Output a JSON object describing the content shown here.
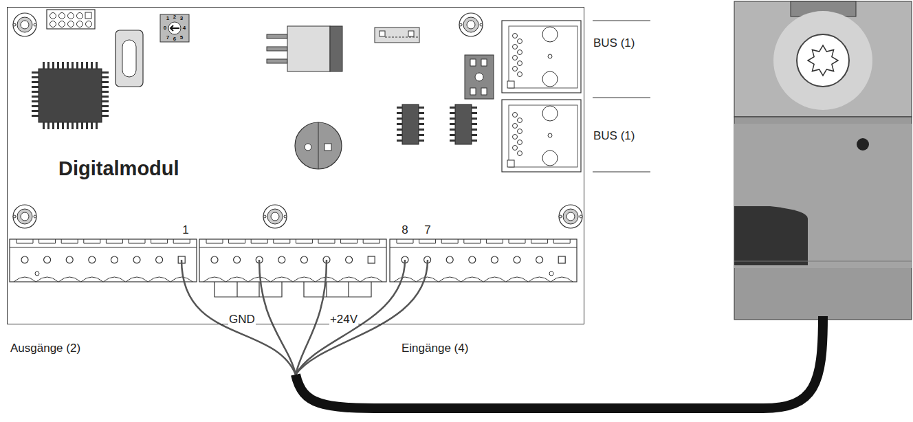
{
  "diagram": {
    "nodes": [
      {
        "text": [
          "Digitalmodul"
        ]
      }
    ],
    "labels": [
      "1",
      "8",
      "7",
      "GND",
      "+24V",
      "BUS (1)",
      "BUS (1)",
      "Ausgänge (2)",
      "Eingänge (4)",
      "1",
      "2",
      "3",
      "0",
      "4",
      "7",
      "6",
      "5"
    ]
  }
}
